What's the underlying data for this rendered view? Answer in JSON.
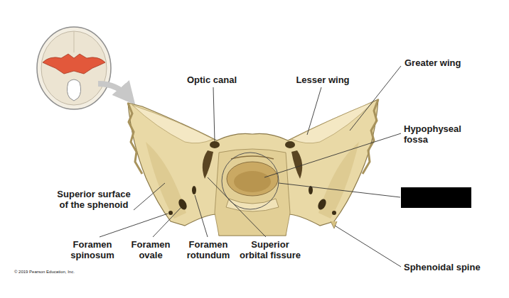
{
  "diagram": {
    "labels": [
      "Greater wing",
      "Optic canal",
      "Lesser wing",
      "Hypophyseal fossa",
      "Superior surface of the sphenoid",
      "Foramen spinosum",
      "Foramen ovale",
      "Foramen rotundum",
      "Superior orbital fissure",
      "Sphenoidal spine",
      "© 2019 Pearson Education, Inc."
    ]
  }
}
